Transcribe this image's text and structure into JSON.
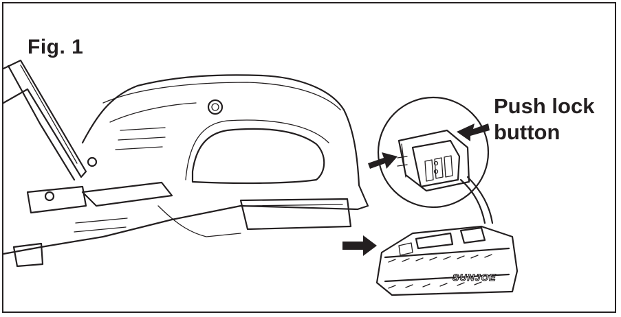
{
  "figure": {
    "label": "Fig. 1",
    "callout": {
      "line1": "Push lock",
      "line2": "button"
    },
    "battery_brand": "SUNJOE",
    "colors": {
      "ink": "#231f20",
      "background": "#ffffff"
    },
    "icons": [
      "insert-direction-arrow",
      "lock-button-arrow-left",
      "lock-button-arrow-right"
    ]
  }
}
